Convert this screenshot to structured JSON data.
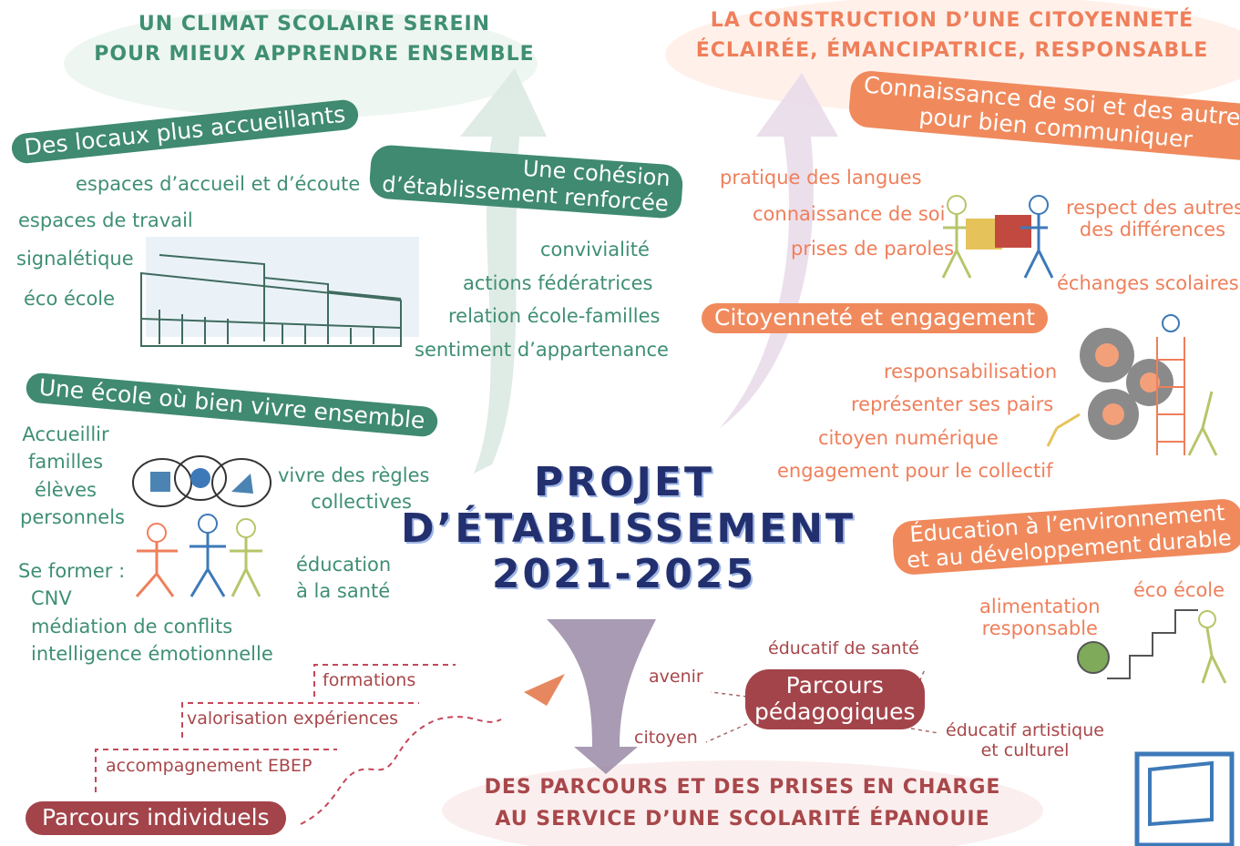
{
  "goals": {
    "top_left": [
      "UN CLIMAT SCOLAIRE SEREIN",
      "POUR MIEUX APPRENDRE ENSEMBLE"
    ],
    "top_right": [
      "LA CONSTRUCTION D’UNE CITOYENNETÉ",
      "ÉCLAIRÉE, ÉMANCIPATRICE, RESPONSABLE"
    ],
    "bottom": [
      "DES PARCOURS ET DES PRISES EN CHARGE",
      "AU SERVICE D’UNE SCOLARITÉ ÉPANOUIE"
    ]
  },
  "center": {
    "line1": "PROJET",
    "line2": "D’ÉTABLISSEMENT",
    "line3": "2021-2025"
  },
  "locaux": {
    "title": "Des locaux plus accueillants",
    "items": [
      "espaces d’accueil et d’écoute",
      "espaces de travail",
      "signalétique",
      "éco école"
    ]
  },
  "cohesion": {
    "title1": "Une cohésion",
    "title2": "d’établissement renforcée",
    "items": [
      "convivialité",
      "actions fédératrices",
      "relation école-familles",
      "sentiment d’appartenance"
    ]
  },
  "vivre": {
    "title": "Une école où bien vivre ensemble",
    "accueillir": [
      "Accueillir",
      "familles",
      "élèves",
      "personnels"
    ],
    "former": [
      "Se former :",
      "CNV",
      "médiation de conflits",
      "intelligence émotionnelle"
    ],
    "regles": [
      "vivre des règles",
      "collectives"
    ],
    "sante": [
      "éducation",
      "à la santé"
    ]
  },
  "connaissance": {
    "title1": "Connaissance de soi et des autres",
    "title2": "pour bien communiquer",
    "items": [
      "pratique des langues",
      "connaissance de soi",
      "prises de paroles"
    ],
    "respect": [
      "respect des autres,",
      "des différences"
    ],
    "echanges": "échanges scolaires"
  },
  "citoyennete": {
    "title": "Citoyenneté et engagement",
    "items": [
      "responsabilisation",
      "représenter ses pairs",
      "citoyen numérique",
      "engagement pour le collectif"
    ]
  },
  "environnement": {
    "title1": "Éducation à l’environnement",
    "title2": "et au développement durable",
    "eco": "éco école",
    "alimentation": [
      "alimentation",
      "responsable"
    ]
  },
  "pedagogiques": {
    "title1": "Parcours",
    "title2": "pédagogiques",
    "items": [
      "éducatif de santé",
      "avenir",
      "citoyen"
    ],
    "artistique": [
      "éducatif artistique",
      "et culturel"
    ]
  },
  "individuels": {
    "title": "Parcours individuels",
    "items": [
      "formations",
      "valorisation expériences",
      "accompagnement EBEP"
    ]
  },
  "colors": {
    "green": "#3f8a70",
    "orange": "#f08a5d",
    "red": "#a3444a",
    "navy": "#23306f"
  }
}
